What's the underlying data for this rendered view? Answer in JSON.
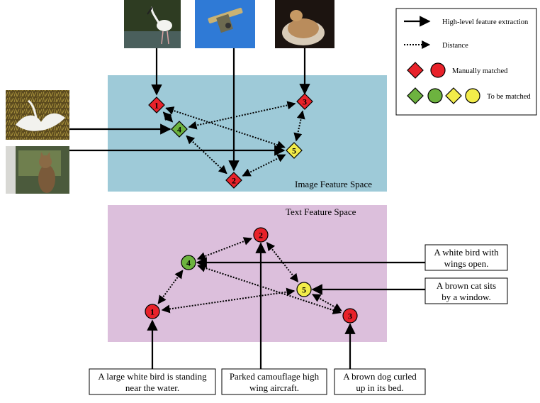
{
  "image_space": {
    "label": "Image Feature Space",
    "color": "#9ecad8",
    "nodes": [
      {
        "id": "1",
        "shape": "diamond",
        "color": "#e8222a",
        "status": "manually-matched"
      },
      {
        "id": "2",
        "shape": "diamond",
        "color": "#e8222a",
        "status": "manually-matched"
      },
      {
        "id": "3",
        "shape": "diamond",
        "color": "#e8222a",
        "status": "manually-matched"
      },
      {
        "id": "4",
        "shape": "diamond",
        "color": "#6db33f",
        "status": "to-be-matched"
      },
      {
        "id": "5",
        "shape": "diamond",
        "color": "#f2ec4a",
        "status": "to-be-matched"
      }
    ]
  },
  "text_space": {
    "label": "Text Feature Space",
    "color": "#dcbfdc",
    "nodes": [
      {
        "id": "1",
        "shape": "circle",
        "color": "#e8222a",
        "status": "manually-matched"
      },
      {
        "id": "2",
        "shape": "circle",
        "color": "#e8222a",
        "status": "manually-matched"
      },
      {
        "id": "3",
        "shape": "circle",
        "color": "#e8222a",
        "status": "manually-matched"
      },
      {
        "id": "4",
        "shape": "circle",
        "color": "#6db33f",
        "status": "to-be-matched"
      },
      {
        "id": "5",
        "shape": "circle",
        "color": "#f2ec4a",
        "status": "to-be-matched"
      }
    ]
  },
  "images": [
    {
      "name": "white-bird-photo"
    },
    {
      "name": "aircraft-photo"
    },
    {
      "name": "dog-photo"
    },
    {
      "name": "swan-photo"
    },
    {
      "name": "cat-photo"
    }
  ],
  "captions": [
    {
      "name": "caption-white-bird-wings",
      "lines": [
        "A white bird with",
        "wings open."
      ]
    },
    {
      "name": "caption-brown-cat",
      "lines": [
        "A brown cat sits",
        "by a window."
      ]
    },
    {
      "name": "caption-large-white-bird",
      "lines": [
        "A large white bird is standing",
        "near the water."
      ]
    },
    {
      "name": "caption-camouflage-aircraft",
      "lines": [
        "Parked camouflage high",
        "wing aircraft."
      ]
    },
    {
      "name": "caption-brown-dog",
      "lines": [
        "A brown dog curled",
        "up in its bed."
      ]
    }
  ],
  "legend": {
    "solid_arrow_label": "High-level feature extraction",
    "dotted_arrow_label": "Distance",
    "manual_label": "Manually matched",
    "to_match_label": "To be matched"
  },
  "edges": [
    {
      "space": "image",
      "from": "1",
      "to": "4"
    },
    {
      "space": "image",
      "from": "1",
      "to": "5"
    },
    {
      "space": "image",
      "from": "4",
      "to": "3"
    },
    {
      "space": "image",
      "from": "4",
      "to": "2"
    },
    {
      "space": "image",
      "from": "3",
      "to": "5"
    },
    {
      "space": "image",
      "from": "2",
      "to": "5"
    },
    {
      "space": "text",
      "from": "4",
      "to": "1"
    },
    {
      "space": "text",
      "from": "2",
      "to": "4"
    },
    {
      "space": "text",
      "from": "2",
      "to": "5"
    },
    {
      "space": "text",
      "from": "4",
      "to": "3"
    },
    {
      "space": "text",
      "from": "5",
      "to": "1"
    },
    {
      "space": "text",
      "from": "5",
      "to": "3"
    }
  ]
}
